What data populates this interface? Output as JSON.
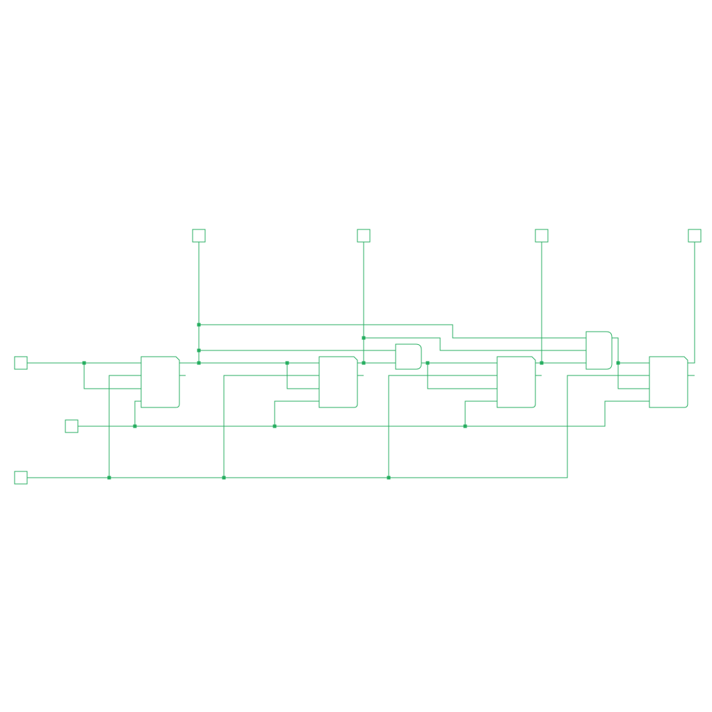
{
  "diagram": {
    "type": "logic-circuit-schematic",
    "stroke_color": "#27ae60",
    "background": "#ffffff",
    "ports": [
      {
        "id": "in-top-1",
        "icon": "input-port-icon"
      },
      {
        "id": "in-top-2",
        "icon": "input-port-icon"
      },
      {
        "id": "in-top-3",
        "icon": "input-port-icon"
      },
      {
        "id": "in-top-4",
        "icon": "input-port-icon"
      },
      {
        "id": "in-left-1",
        "icon": "input-port-icon"
      },
      {
        "id": "in-left-2",
        "icon": "input-port-icon"
      },
      {
        "id": "in-left-3",
        "icon": "input-port-icon"
      }
    ],
    "gates": [
      {
        "id": "block-1",
        "icon": "full-adder-block-icon"
      },
      {
        "id": "block-2",
        "icon": "full-adder-block-icon"
      },
      {
        "id": "and-gate-1",
        "icon": "and-gate-icon"
      },
      {
        "id": "block-3",
        "icon": "full-adder-block-icon"
      },
      {
        "id": "and-gate-2",
        "icon": "and-gate-icon"
      },
      {
        "id": "block-4",
        "icon": "full-adder-block-icon"
      }
    ]
  }
}
